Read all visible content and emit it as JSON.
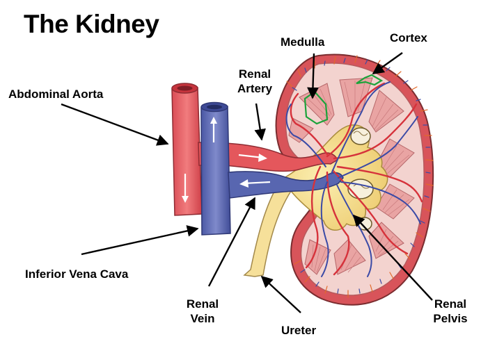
{
  "title": "The Kidney",
  "labels": {
    "abdominal_aorta": "Abdominal Aorta",
    "inferior_vena_cava": "Inferior Vena Cava",
    "renal_artery": [
      "Renal",
      "Artery"
    ],
    "renal_vein": [
      "Renal",
      "Vein"
    ],
    "medulla": "Medulla",
    "cortex": "Cortex",
    "ureter": "Ureter",
    "renal_pelvis": [
      "Renal",
      "Pelvis"
    ]
  },
  "colors": {
    "artery": "#e4575c",
    "vein": "#5866b0",
    "capsule": "#d8545a",
    "cortex_fill": "#f3d3cf",
    "pelvis_fill": "#f7e28c",
    "outline": "#5a3c3c"
  }
}
